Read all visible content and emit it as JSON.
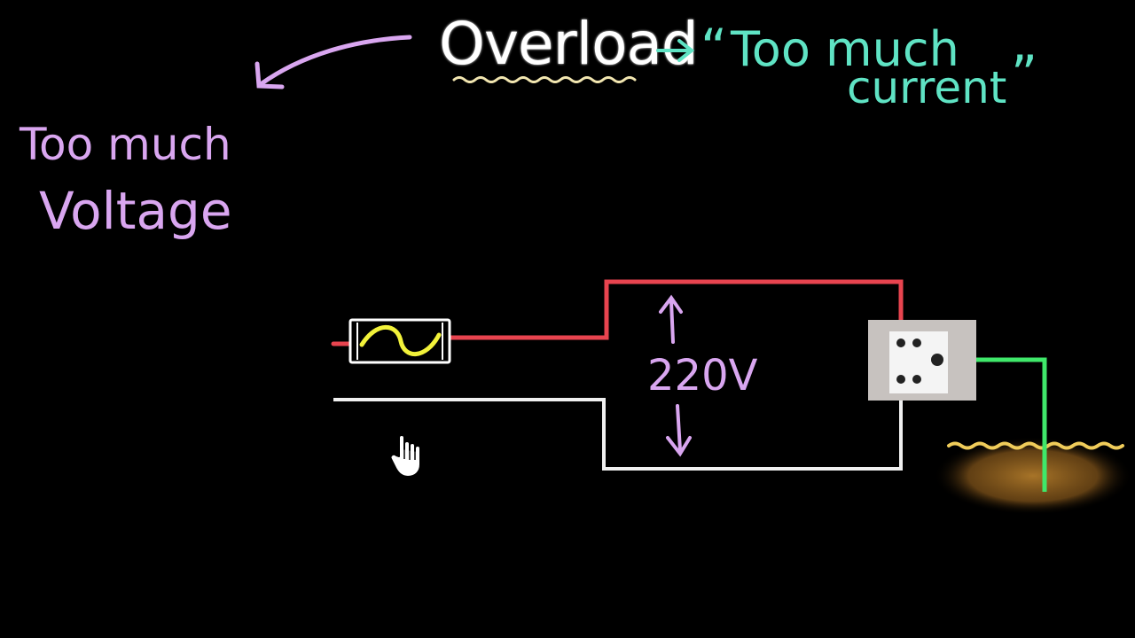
{
  "title": {
    "word": "Overload",
    "color": "#ffffff",
    "underline_color": "#f2e6b0"
  },
  "current_note": {
    "open_quote": "“",
    "line1": "Too much",
    "line2": "current",
    "close_quote": "”",
    "color": "#5fe3c4"
  },
  "voltage_note": {
    "line1": "Too much",
    "line2": "Voltage",
    "color": "#d9a6f0"
  },
  "voltage_label": {
    "text": "220V",
    "color": "#d9a6f0"
  },
  "colors": {
    "background": "#000000",
    "live_wire": "#e8444f",
    "neutral_wire": "#f0f0f0",
    "earth_wire": "#3fe86a",
    "fuse_element": "#f2f23a",
    "fuse_casing": "#ffffff",
    "socket_plate": "#c7c2bf",
    "socket_face": "#f4f4f4",
    "ground": "#b07a2a",
    "ground_line": "#f0cc5a",
    "pointer": "#ffffff"
  },
  "icons": {
    "pointer": "hand-pointer-icon",
    "fuse": "fuse-icon",
    "socket": "wall-socket-icon"
  }
}
